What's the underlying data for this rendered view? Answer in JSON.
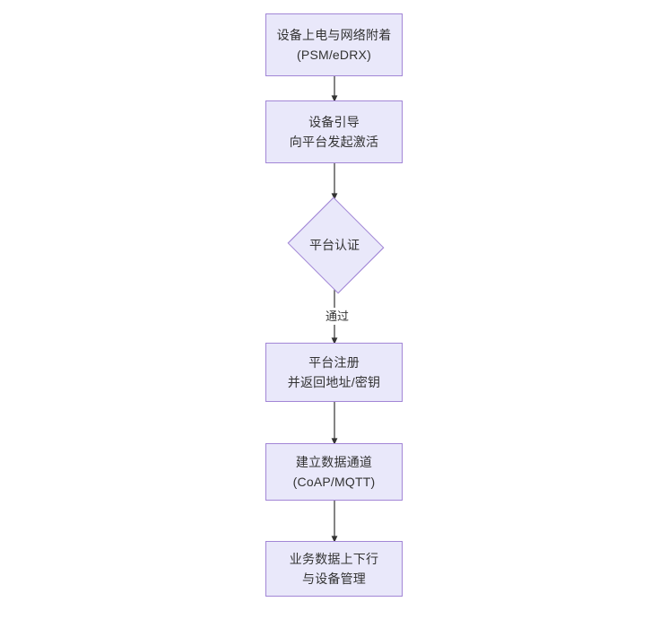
{
  "diagram": {
    "type": "flowchart",
    "orientation": "top-to-bottom",
    "background_color": "#ffffff",
    "node_fill_color": "#e9e8fa",
    "node_border_color": "#a286d6",
    "text_color": "#333333",
    "edge_color": "#333333",
    "nodes": [
      {
        "id": "power-on",
        "shape": "rect",
        "line1": "设备上电与网络附着",
        "line2": "(PSM/eDRX)"
      },
      {
        "id": "bootstrap",
        "shape": "rect",
        "line1": "设备引导",
        "line2": "向平台发起激活"
      },
      {
        "id": "auth",
        "shape": "diamond",
        "line1": "平台认证",
        "line2": ""
      },
      {
        "id": "register",
        "shape": "rect",
        "line1": "平台注册",
        "line2": "并返回地址/密钥"
      },
      {
        "id": "channel",
        "shape": "rect",
        "line1": "建立数据通道",
        "line2": "(CoAP/MQTT)"
      },
      {
        "id": "data-ops",
        "shape": "rect",
        "line1": "业务数据上下行",
        "line2": "与设备管理"
      }
    ],
    "edges": [
      {
        "from": "power-on",
        "to": "bootstrap",
        "label": ""
      },
      {
        "from": "bootstrap",
        "to": "auth",
        "label": ""
      },
      {
        "from": "auth",
        "to": "register",
        "label": "通过"
      },
      {
        "from": "register",
        "to": "channel",
        "label": ""
      },
      {
        "from": "channel",
        "to": "data-ops",
        "label": ""
      }
    ]
  }
}
